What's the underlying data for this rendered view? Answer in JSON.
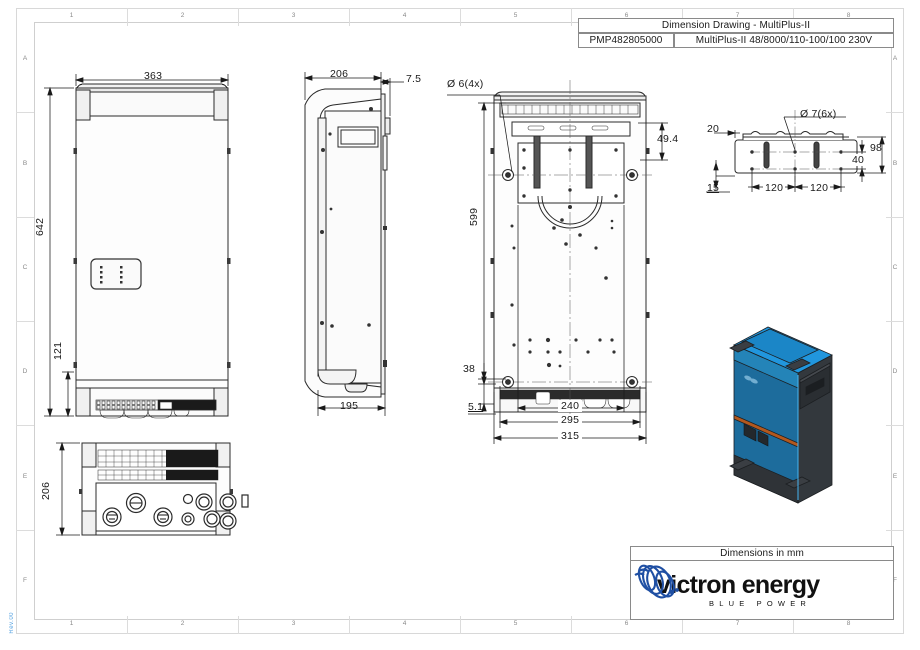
{
  "sheet": {
    "zones_vertical": [
      "A",
      "B",
      "C",
      "D",
      "E",
      "F"
    ],
    "zones_horizontal": [
      "1",
      "2",
      "3",
      "4",
      "5",
      "6",
      "7",
      "8"
    ],
    "rev_text": "Rev.00"
  },
  "title_block": {
    "heading": "Dimension Drawing - MultiPlus-II",
    "part_number": "PMP482805000",
    "description": "MultiPlus-II 48/8000/110-100/100 230V",
    "units_note": "Dimensions in mm",
    "brand_name": "victron energy",
    "brand_tagline": "BLUE POWER",
    "brand_color": "#1f4fa3"
  },
  "views": {
    "front": {
      "name": "Front view",
      "dims": {
        "width": "363",
        "height": "642",
        "base_height": "121"
      }
    },
    "side": {
      "name": "Side view",
      "dims": {
        "depth_top": "206",
        "lip": "7.5",
        "depth_bottom": "195"
      }
    },
    "rear": {
      "name": "Rear view",
      "dims": {
        "hole_callout": "Ø 6(4x)",
        "height": "599",
        "top_offset": "49.4",
        "bottom_offset": "38",
        "foot": "5.1",
        "width_inner": "240",
        "width_mid": "295",
        "width_outer": "315"
      }
    },
    "detail": {
      "name": "Mounting bracket detail",
      "dims": {
        "hole_callout": "Ø 7(6x)",
        "left_offset": "20",
        "bottom_offset": "15",
        "pitch_left": "120",
        "pitch_right": "120",
        "slot_height": "40",
        "total_height": "98"
      }
    },
    "bottom": {
      "name": "Bottom view",
      "dims": {
        "depth": "206"
      }
    },
    "iso": {
      "name": "Isometric product render",
      "body_color": "#1b6a9c",
      "top_color": "#1f8fd0",
      "dark_color": "#2f3337",
      "stripe_color": "#b2581e"
    }
  }
}
